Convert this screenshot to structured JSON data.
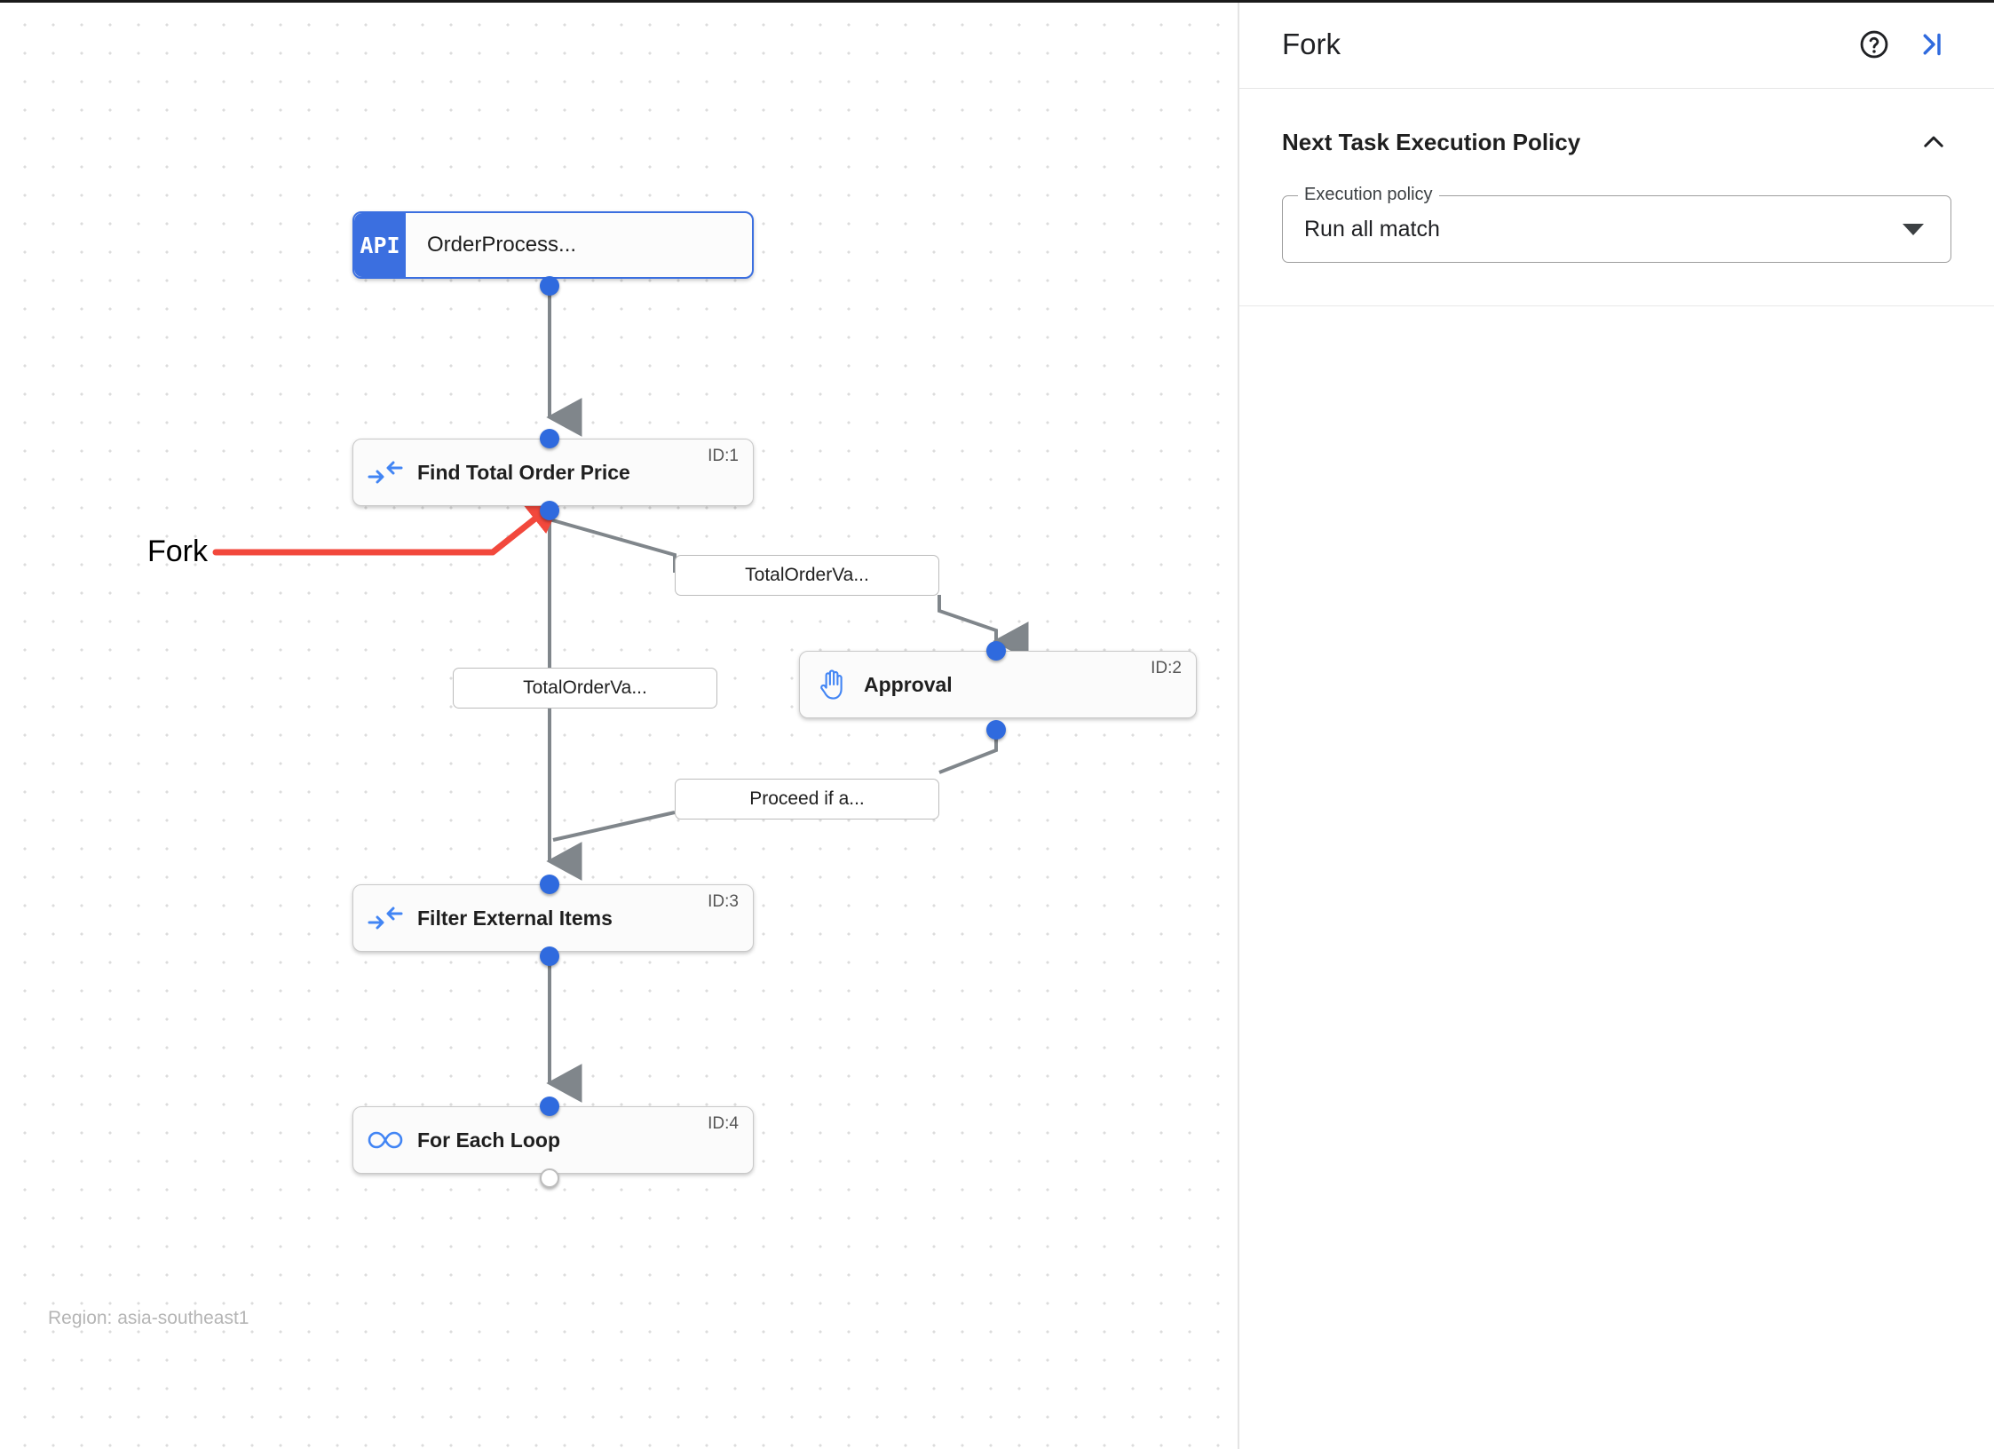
{
  "canvas": {
    "region_label": "Region: asia-southeast1",
    "annotation": {
      "text": "Fork",
      "color": "#f2483c"
    },
    "nodes": [
      {
        "key": "order_process",
        "badge": "API",
        "label": "OrderProcess...",
        "id_text": "",
        "icon": "api-badge-icon",
        "selected": true
      },
      {
        "key": "find_total",
        "badge": "",
        "label": "Find Total Order Price",
        "id_text": "ID:1",
        "icon": "merge-arrows-icon",
        "selected": false
      },
      {
        "key": "approval",
        "badge": "",
        "label": "Approval",
        "id_text": "ID:2",
        "icon": "hand-icon",
        "selected": false
      },
      {
        "key": "filter_external",
        "badge": "",
        "label": "Filter External Items",
        "id_text": "ID:3",
        "icon": "merge-arrows-icon",
        "selected": false
      },
      {
        "key": "for_each_loop",
        "badge": "",
        "label": "For Each Loop",
        "id_text": "ID:4",
        "icon": "infinity-icon",
        "selected": false
      }
    ],
    "edge_labels": [
      {
        "key": "to_approval",
        "text": "TotalOrderVa..."
      },
      {
        "key": "to_filter_direct",
        "text": "TotalOrderVa..."
      },
      {
        "key": "approval_out",
        "text": "Proceed if a..."
      }
    ],
    "colors": {
      "node_accent": "#3b6fe0",
      "port": "#2f6ade",
      "edge": "#80868b",
      "annotation": "#f2483c",
      "grid_dot": "#dcdcdc"
    }
  },
  "panel": {
    "title": "Fork",
    "help_icon": "help-circle-icon",
    "collapse_icon": "collapse-right-icon",
    "section": {
      "title": "Next Task Execution Policy",
      "collapse_icon": "chevron-up-icon",
      "field": {
        "legend": "Execution policy",
        "value": "Run all match",
        "caret_icon": "caret-down-icon"
      }
    }
  }
}
